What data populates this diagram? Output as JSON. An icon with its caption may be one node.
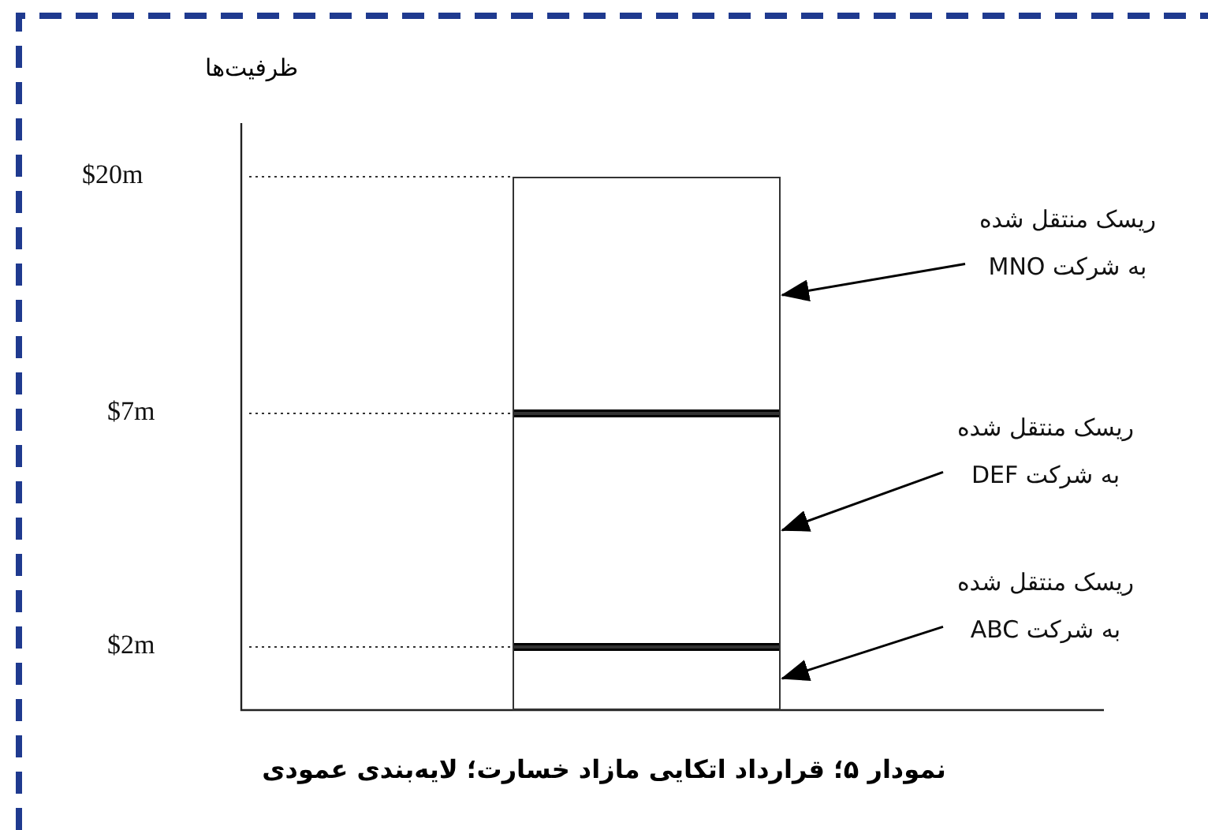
{
  "diagram": {
    "caption": "نمودار ۵؛ قرارداد اتکایی مازاد خسارت؛ لایه‌بندی عمودی",
    "nodes": [
      {
        "text": [],
        "shape": "box"
      },
      {
        "text": [
          "ریسک منتقل شده به شرکت MNO"
        ]
      },
      {
        "text": [],
        "shape": "box"
      },
      {
        "text": [
          "ریسک منتقل شده به شرکت DEF"
        ]
      },
      {
        "text": [],
        "shape": "box"
      },
      {
        "text": [
          "ریسک منتقل شده به شرکت ABC"
        ]
      }
    ],
    "edges": [
      {
        "from": 1,
        "to": 0,
        "arrow": "to"
      },
      {
        "from": 3,
        "to": 2,
        "arrow": "to"
      },
      {
        "from": 5,
        "to": 4,
        "arrow": "to"
      }
    ],
    "labels": [
      "ظرفیت‌ها",
      "$20m",
      "$7m",
      "$2m"
    ]
  }
}
